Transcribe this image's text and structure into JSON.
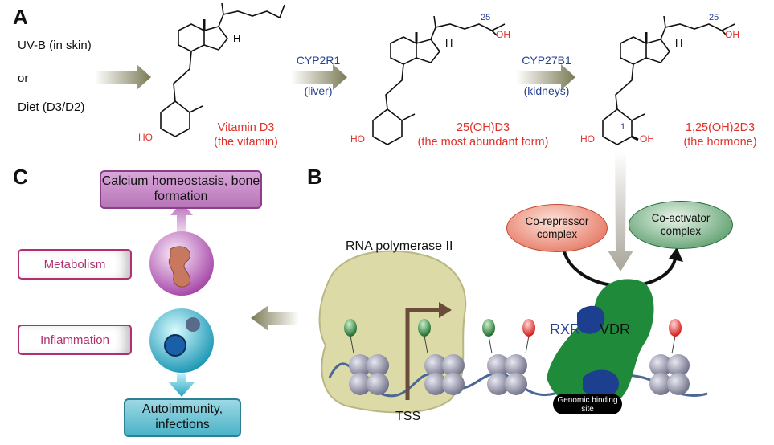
{
  "panels": {
    "a": "A",
    "b": "B",
    "c": "C"
  },
  "panel_a": {
    "sources": {
      "uvb": "UV-B (in skin)",
      "or": "or",
      "diet": "Diet (D3/D2)"
    },
    "enzymes": [
      {
        "name": "CYP2R1",
        "site": "(liver)"
      },
      {
        "name": "CYP27B1",
        "site": "(kidneys)"
      }
    ],
    "compounds": [
      {
        "name": "Vitamin D3",
        "desc": "(the vitamin)"
      },
      {
        "name": "25(OH)D3",
        "desc": "(the most abundant form)"
      },
      {
        "name": "1,25(OH)2D3",
        "desc": "(the hormone)"
      }
    ],
    "atoms": {
      "h": "H",
      "oh": "OH",
      "ho": "HO",
      "c25": "25",
      "c1": "1"
    }
  },
  "panel_b": {
    "corepressor": "Co-repressor complex",
    "coactivator": "Co-activator complex",
    "polymerase": "RNA polymerase II",
    "rxr": "RXR",
    "vdr": "VDR",
    "tss": "TSS",
    "genomic_site": "Genomic binding site"
  },
  "panel_c": {
    "top_box": "Calcium homeostasis, bone formation",
    "bottom_box": "Autoimmunity, infections",
    "metabolism": "Metabolism",
    "inflammation": "Inflammation"
  },
  "colors": {
    "red": "#e0302a",
    "blue": "#26418f",
    "vdr": "#1f8a3a",
    "rxr": "#1c3f8f",
    "pol": "#d8d7a0"
  }
}
